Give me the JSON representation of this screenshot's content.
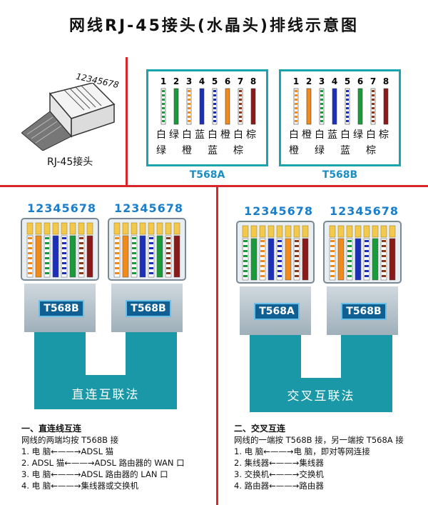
{
  "title": "网线RJ-45接头(水晶头)排线示意图",
  "plug": {
    "pin_label": "12345678",
    "caption": "RJ-45接头"
  },
  "pin_numbers": [
    "1",
    "2",
    "3",
    "4",
    "5",
    "6",
    "7",
    "8"
  ],
  "t568a": {
    "name": "T568A",
    "colors": [
      {
        "main": "#ffffff",
        "stripe": "#1a9a3a"
      },
      {
        "main": "#1a9a3a",
        "stripe": "#1a9a3a"
      },
      {
        "main": "#ffffff",
        "stripe": "#f08a1a"
      },
      {
        "main": "#1c2fb8",
        "stripe": "#1c2fb8"
      },
      {
        "main": "#ffffff",
        "stripe": "#1c2fb8"
      },
      {
        "main": "#f08a1a",
        "stripe": "#f08a1a"
      },
      {
        "main": "#ffffff",
        "stripe": "#8a3a1a"
      },
      {
        "main": "#8a1a1a",
        "stripe": "#8a1a1a"
      }
    ],
    "labels_top": [
      "白",
      "绿",
      "白",
      "蓝",
      "白",
      "橙",
      "白",
      "棕"
    ],
    "labels_bottom": [
      "绿",
      "",
      "橙",
      "",
      "蓝",
      "",
      "棕",
      ""
    ]
  },
  "t568b": {
    "name": "T568B",
    "colors": [
      {
        "main": "#ffffff",
        "stripe": "#f08a1a"
      },
      {
        "main": "#f08a1a",
        "stripe": "#f08a1a"
      },
      {
        "main": "#ffffff",
        "stripe": "#1a9a3a"
      },
      {
        "main": "#1c2fb8",
        "stripe": "#1c2fb8"
      },
      {
        "main": "#ffffff",
        "stripe": "#1c2fb8"
      },
      {
        "main": "#1a9a3a",
        "stripe": "#1a9a3a"
      },
      {
        "main": "#ffffff",
        "stripe": "#8a3a1a"
      },
      {
        "main": "#8a1a1a",
        "stripe": "#8a1a1a"
      }
    ],
    "labels_top": [
      "白",
      "橙",
      "白",
      "蓝",
      "白",
      "绿",
      "白",
      "棕"
    ],
    "labels_bottom": [
      "橙",
      "",
      "绿",
      "",
      "蓝",
      "",
      "棕",
      ""
    ]
  },
  "connector_numbers": "12345678",
  "straight": {
    "left_badge": "T568B",
    "right_badge": "T568B",
    "band_label": "直连互联法",
    "heading": "一、直连线互连",
    "intro": "网线的两端均按 T568B 接",
    "items": [
      "1.  电   脑←——→ADSL 猫",
      "2.  ADSL 猫←——→ADSL 路由器的 WAN 口",
      "3.  电   脑←——→ADSL 路由器的 LAN 口",
      "4.  电   脑←——→集线器或交换机"
    ]
  },
  "cross": {
    "left_badge": "T568A",
    "right_badge": "T568B",
    "band_label": "交叉互联法",
    "heading": "二、交叉互连",
    "intro": "网线的一端按 T568B 接，另一端按 T568A 接",
    "items": [
      "1.  电   脑←——→电   脑，即对等网连接",
      "2.  集线器←——→集线器",
      "3.  交换机←——→交换机",
      "4.  路由器←——→路由器"
    ]
  },
  "colors": {
    "accent": "#1aa4b0",
    "red": "#d8262c",
    "band": "#1a98a8",
    "badge": "#0f5f93"
  }
}
